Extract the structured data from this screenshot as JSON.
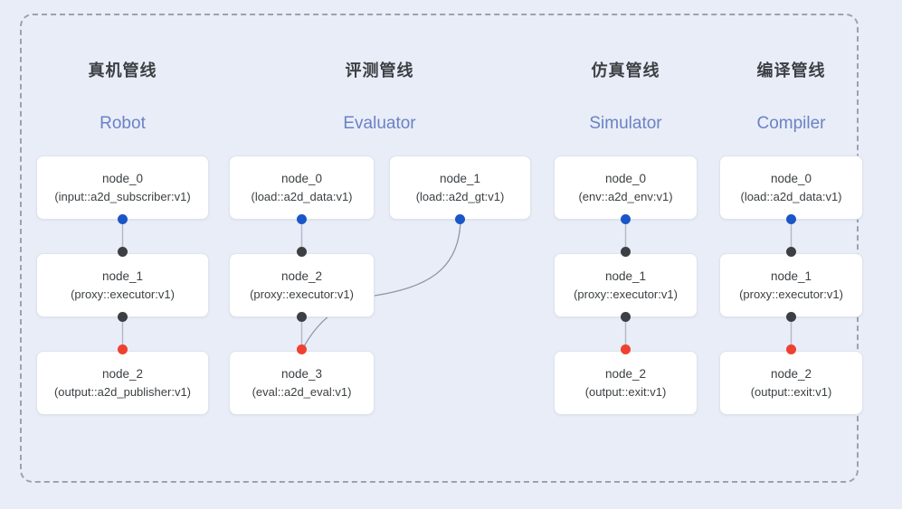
{
  "diagram": {
    "background_color": "#e9edf8",
    "frame_border_color": "#9aa2b1",
    "accent_title_color": "#6b82c4",
    "port_colors": {
      "input": "#1a56c8",
      "middle": "#3c4043",
      "output": "#ef4130"
    }
  },
  "columns": [
    {
      "id": "robot",
      "title_cn": "真机管线",
      "title_en": "Robot",
      "nodes": [
        {
          "name": "node_0",
          "spec": "(input::a2d_subscriber:v1)"
        },
        {
          "name": "node_1",
          "spec": "(proxy::executor:v1)"
        },
        {
          "name": "node_2",
          "spec": "(output::a2d_publisher:v1)"
        }
      ]
    },
    {
      "id": "evaluator",
      "title_cn": "评测管线",
      "title_en": "Evaluator",
      "nodes": [
        {
          "name": "node_0",
          "spec": "(load::a2d_data:v1)"
        },
        {
          "name": "node_2",
          "spec": "(proxy::executor:v1)"
        },
        {
          "name": "node_3",
          "spec": "(eval::a2d_eval:v1)"
        },
        {
          "name": "node_1",
          "spec": "(load::a2d_gt:v1)"
        }
      ]
    },
    {
      "id": "simulator",
      "title_cn": "仿真管线",
      "title_en": "Simulator",
      "nodes": [
        {
          "name": "node_0",
          "spec": "(env::a2d_env:v1)"
        },
        {
          "name": "node_1",
          "spec": "(proxy::executor:v1)"
        },
        {
          "name": "node_2",
          "spec": "(output::exit:v1)"
        }
      ]
    },
    {
      "id": "compiler",
      "title_cn": "编译管线",
      "title_en": "Compiler",
      "nodes": [
        {
          "name": "node_0",
          "spec": "(load::a2d_data:v1)"
        },
        {
          "name": "node_1",
          "spec": "(proxy::executor:v1)"
        },
        {
          "name": "node_2",
          "spec": "(output::exit:v1)"
        }
      ]
    }
  ]
}
